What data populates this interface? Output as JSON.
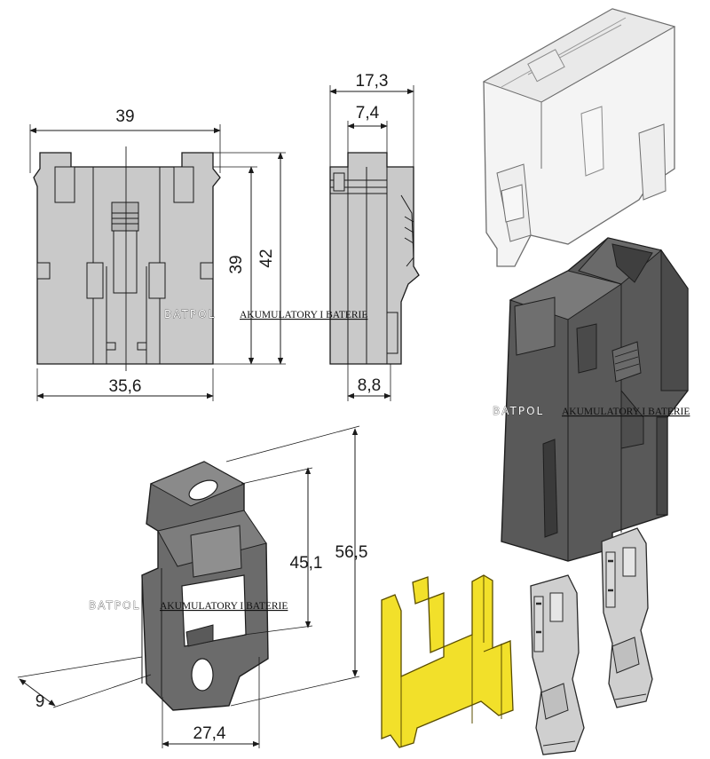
{
  "dimensions": {
    "width_top_39": "39",
    "width_bottom_35_6": "35,6",
    "height_39": "39",
    "height_42": "42",
    "side_width_17_3": "17,3",
    "side_width_7_4": "7,4",
    "side_width_8_8": "8,8",
    "holder_height_45_1": "45,1",
    "holder_height_56_5": "56,5",
    "holder_width_27_4": "27,4",
    "holder_depth_9": "9"
  },
  "watermark": {
    "brand": "BATPOL",
    "text": "AKUMULATORY I BATERIE"
  },
  "colors": {
    "light_gray_body": "#c9c9c9",
    "transparent_cover": "#f4f4f4",
    "dark_housing": "#595959",
    "mounting_holder": "#6b6b6b",
    "yellow_busbar": "#f2e02a",
    "terminal_metal": "#cfcfcf",
    "line": "#1a1a1a"
  }
}
